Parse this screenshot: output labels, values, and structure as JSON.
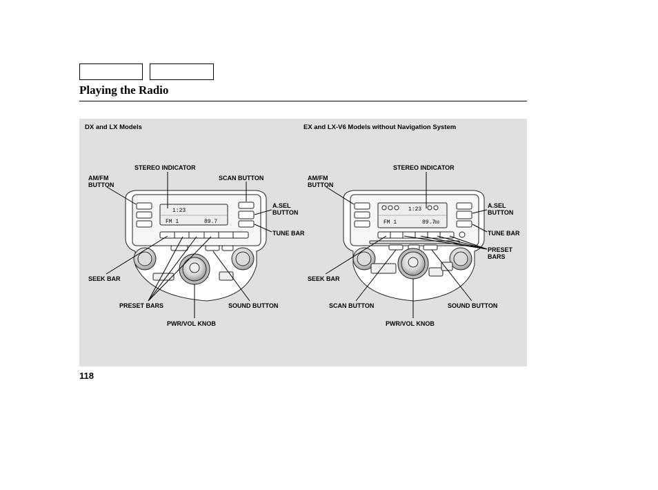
{
  "nav": {
    "tabs": [
      "",
      ""
    ]
  },
  "page": {
    "title": "Playing the Radio",
    "number": "118"
  },
  "figure_left": {
    "heading": "DX and LX Models",
    "labels": {
      "stereo_indicator": "STEREO INDICATOR",
      "amfm_line1": "AM/FM",
      "amfm_line2": "BUTTON",
      "scan": "SCAN BUTTON",
      "asel_line1": "A.SEL",
      "asel_line2": "BUTTON",
      "tune_bar": "TUNE BAR",
      "seek_bar": "SEEK BAR",
      "preset_bars": "PRESET BARS",
      "sound": "SOUND BUTTON",
      "pwr_vol": "PWR/VOL KNOB"
    },
    "display": {
      "band": "FM 1",
      "freq": "89.7",
      "clock": "1:23"
    }
  },
  "figure_right": {
    "heading": "EX and LX-V6 Models without Navigation System",
    "labels": {
      "stereo_indicator": "STEREO INDICATOR",
      "amfm_line1": "AM/FM",
      "amfm_line2": "BUTTON",
      "asel_line1": "A.SEL",
      "asel_line2": "BUTTON",
      "tune_bar": "TUNE BAR",
      "preset_line1": "PRESET",
      "preset_line2": "BARS",
      "seek_bar": "SEEK BAR",
      "scan": "SCAN BUTTON",
      "sound": "SOUND BUTTON",
      "pwr_vol": "PWR/VOL KNOB"
    },
    "display": {
      "band": "FM 1",
      "freq": "89.7",
      "clock": "1:23",
      "aux": "88"
    }
  }
}
